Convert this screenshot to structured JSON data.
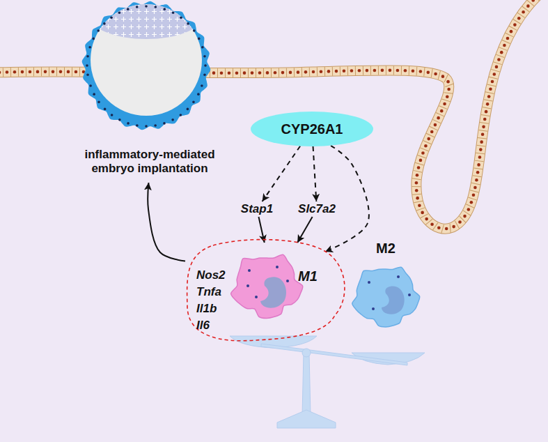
{
  "diagram": {
    "nodes": [
      {
        "text": [
          "inflammatory-mediated embryo implantation"
        ]
      },
      {
        "text": [
          "CYP26A1"
        ]
      },
      {
        "text": [
          "Stap1"
        ]
      },
      {
        "text": [
          "Slc7a2"
        ]
      },
      {
        "text": [
          "Nos2",
          "Tnfa",
          "Il1b",
          "Il6"
        ]
      },
      {
        "text": [
          "M1"
        ],
        "in": 4
      },
      {
        "text": [
          "M2"
        ]
      }
    ],
    "edges": [
      {
        "from": 1,
        "to": 2,
        "arrow": "to"
      },
      {
        "from": 1,
        "to": 3,
        "arrow": "to"
      },
      {
        "from": 1,
        "to": 4,
        "arrow": "to"
      },
      {
        "from": 2,
        "to": 5,
        "arrow": "to"
      },
      {
        "from": 3,
        "to": 5,
        "arrow": "to"
      },
      {
        "from": 4,
        "to": 0,
        "arrow": "to"
      }
    ]
  }
}
